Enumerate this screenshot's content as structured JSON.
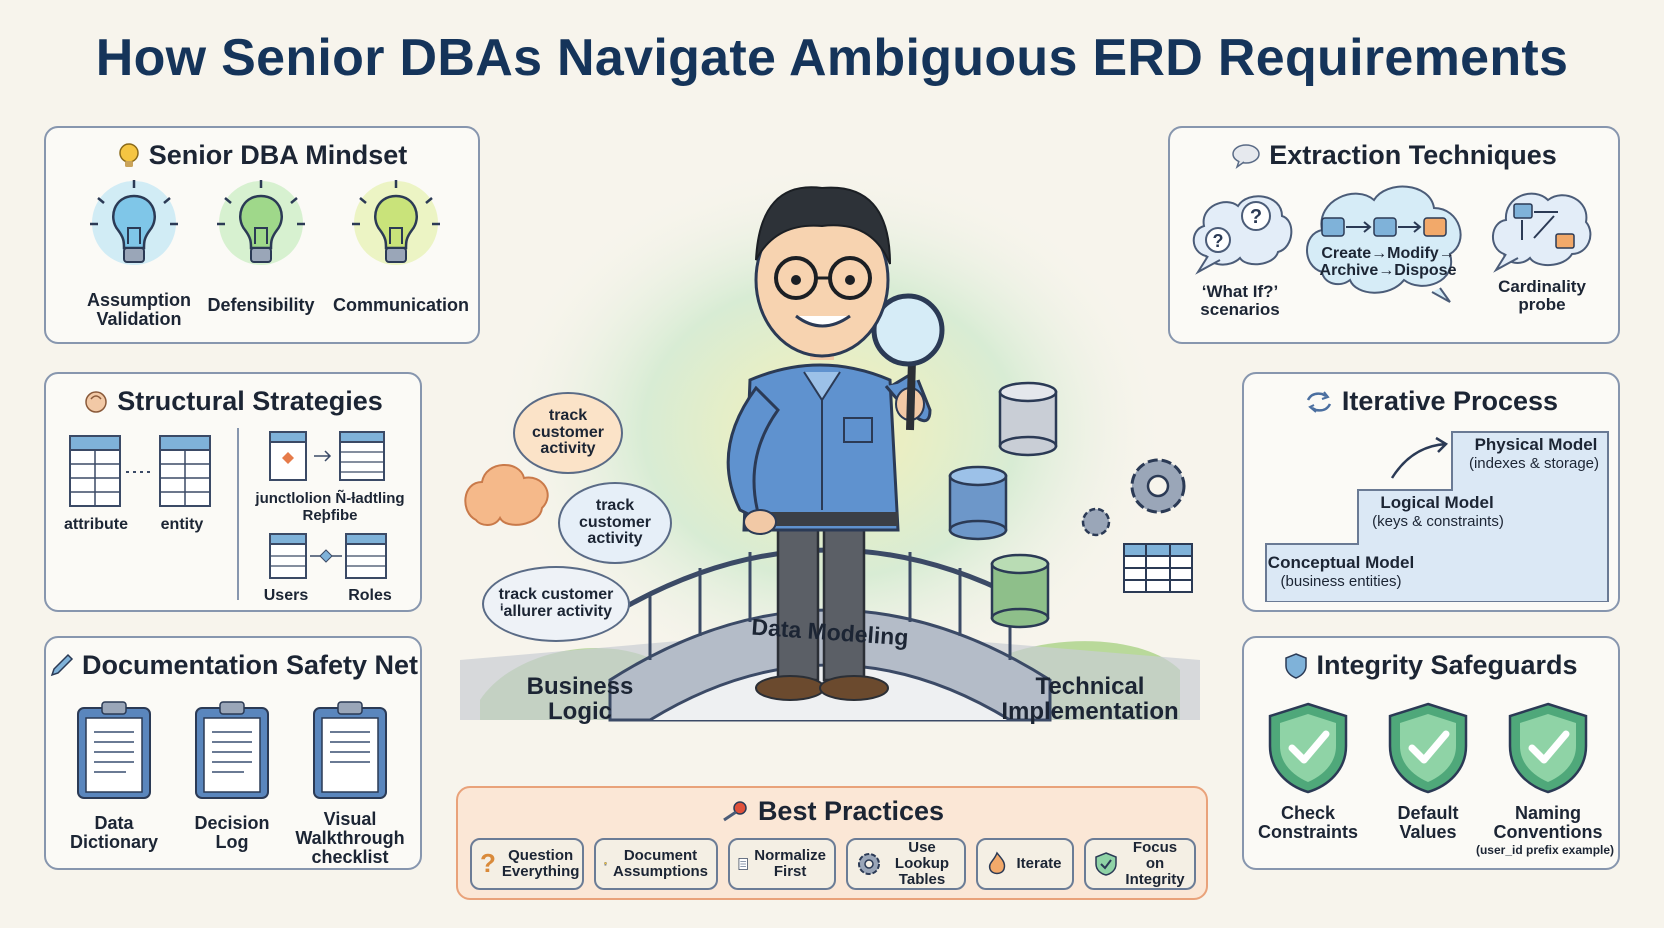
{
  "title": "How Senior DBAs Navigate Ambiguous ERD Requirements",
  "mindset": {
    "title": "Senior DBA Mindset",
    "items": [
      "Assumption Validation",
      "Defensibility",
      "Communication"
    ]
  },
  "extraction": {
    "title": "Extraction Techniques",
    "whatif": "‘What If?’ scenarios",
    "lifecycle": "Create→Modify→ Archive→Dispose",
    "cardinality": "Cardinality probe"
  },
  "structural": {
    "title": "Structural Strategies",
    "attribute": "attribute",
    "entity": "entity",
    "junction": "junctlolion Ñ-ƚadtling Reþfibe",
    "users": "Users",
    "roles": "Roles"
  },
  "iterative": {
    "title": "Iterative Process",
    "physical": "Physical Model",
    "physical_sub": "(indexes & storage)",
    "logical": "Logical Model",
    "logical_sub": "(keys & constraints)",
    "conceptual": "Conceptual Model",
    "conceptual_sub": "(business entities)"
  },
  "documentation": {
    "title": "Documentation Safety Net",
    "items": [
      "Data Dictionary",
      "Decision Log",
      "Visual Walkthrough checklist"
    ]
  },
  "integrity": {
    "title": "Integrity Safeguards",
    "check": "Check Constraints",
    "default": "Default Values",
    "naming": "Naming Conventions",
    "naming_sub": "(user_id prefix example)"
  },
  "center": {
    "bubble1": "track customer activity",
    "bubble2": "track customer activity",
    "bubble3": "track customer ⁱallurer activity",
    "bridge": "Data Modeling",
    "business": "Business Logic",
    "technical": "Technical Implementation"
  },
  "best_practices": {
    "title": "Best Practices",
    "items": [
      "Question Everything",
      "Document Assumptions",
      "Normalize First",
      "Use Lookup Tables",
      "Iterate",
      "Focus on Integrity"
    ]
  },
  "colors": {
    "title": "#15345a",
    "panel_border": "#8796ae",
    "shield": "#4fa87a",
    "db_blue": "#6d97c9",
    "db_green": "#8ebf8a",
    "best_practices_border": "#e9a27a"
  }
}
